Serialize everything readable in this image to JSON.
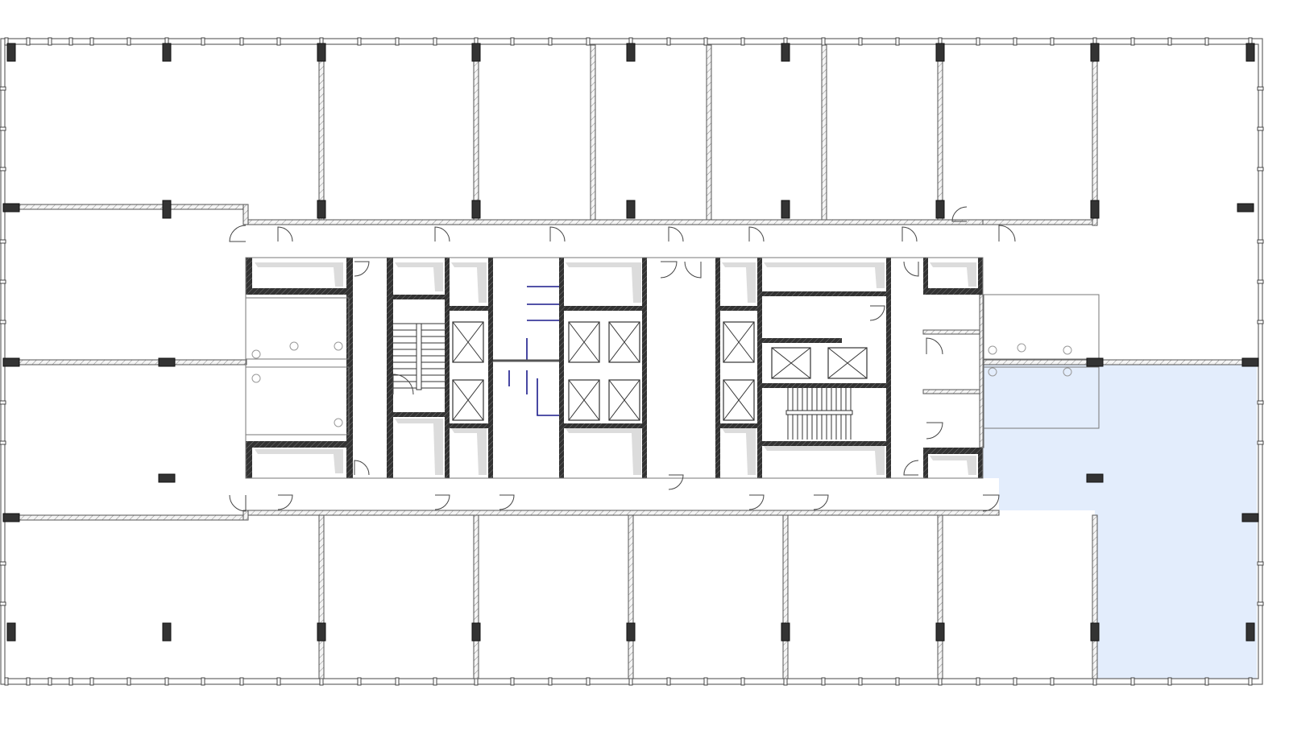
{
  "plan": {
    "colors": {
      "background": "#ffffff",
      "wall_outline": "#555555",
      "structural": "#333333",
      "highlighted_unit": "#e3edfc",
      "partition_blue": "#1a1a8c",
      "faded_fixtures": "#999999"
    },
    "highlighted_unit": "east-lower-corner-office",
    "icons": [
      "stair-symbol",
      "elevator-symbol",
      "door-swing-symbol",
      "toilet-symbol",
      "sink-symbol"
    ]
  }
}
